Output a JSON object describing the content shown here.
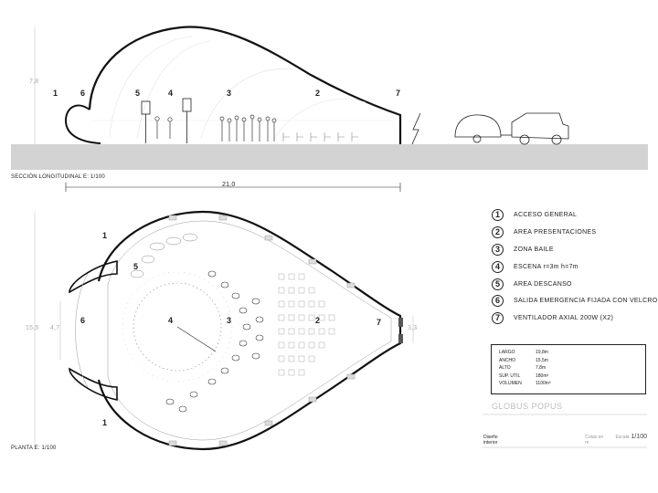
{
  "section": {
    "title": "SECCIÓN LONGITUDINAL E: 1/100",
    "height_label": "7,8",
    "length_label": "21,0",
    "markers": [
      "1",
      "6",
      "5",
      "4",
      "3",
      "2",
      "7"
    ]
  },
  "plan": {
    "title": "PLANTA E: 1/100",
    "width_label": "15,5",
    "inner_label": "4,7",
    "fan_label": "3,3",
    "markers": [
      "1",
      "5",
      "6",
      "4",
      "3",
      "2",
      "7",
      "1"
    ]
  },
  "legend": [
    {
      "num": "1",
      "text": "ACCESO GENERAL"
    },
    {
      "num": "2",
      "text": "AREA PRESENTACIONES"
    },
    {
      "num": "3",
      "text": "ZONA BAILE"
    },
    {
      "num": "4",
      "text": "ESCENA r=3m h=7m"
    },
    {
      "num": "5",
      "text": "AREA DESCANSO"
    },
    {
      "num": "6",
      "text": "SALIDA EMERGENCIA FIJADA CON VELCRO"
    },
    {
      "num": "7",
      "text": "VENTILADOR AXIAL 200W (X2)"
    }
  ],
  "specs": [
    {
      "key": "LARGO",
      "value": "19,8m"
    },
    {
      "key": "ANCHO",
      "value": "15,5m"
    },
    {
      "key": "ALTO",
      "value": "7,8m"
    },
    {
      "key": "SUP. UTIL",
      "value": "180m²"
    },
    {
      "key": "VOLUMEN",
      "value": "1100m³"
    }
  ],
  "title_block": {
    "project": "GLOBUS POPUS",
    "subtitle": "Diseño interior",
    "cota": "Cotas en m",
    "escala": "Escala",
    "escala_value": "1/100"
  },
  "colors": {
    "ink": "#222222",
    "ground": "#d3d3d3",
    "faint": "#bdbdbd"
  }
}
